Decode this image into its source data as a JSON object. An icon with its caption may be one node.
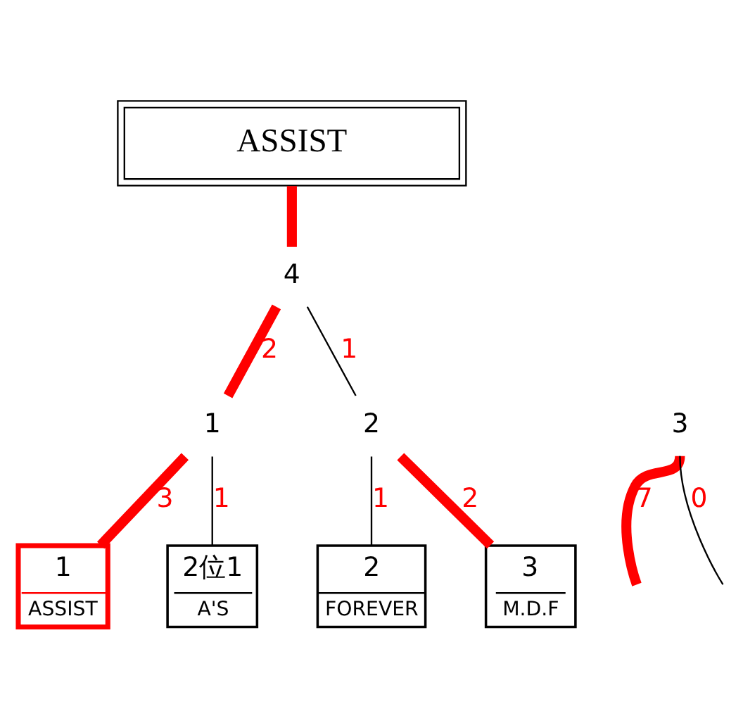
{
  "diagram": {
    "nodes": [
      {
        "text": [
          "ASSIST"
        ]
      },
      {
        "text": [
          "4"
        ]
      },
      {
        "text": [
          "3"
        ]
      },
      {
        "text": [
          "1"
        ]
      },
      {
        "text": [
          "2"
        ]
      },
      {
        "text": [
          "1",
          "ASSIST"
        ]
      },
      {
        "text": [
          "2位1",
          "A'S"
        ]
      },
      {
        "text": [
          "2",
          "FOREVER"
        ]
      },
      {
        "text": [
          "3",
          "M.D.F"
        ]
      }
    ],
    "edges": [
      {
        "from": 1,
        "to": 0,
        "arrow": "none"
      },
      {
        "from": 3,
        "to": 1,
        "arrow": "none",
        "label": "2"
      },
      {
        "from": 4,
        "to": 1,
        "arrow": "none",
        "label": "1",
        "color": "#000000"
      },
      {
        "from": null,
        "to": 2,
        "arrow": "none",
        "label": "7"
      },
      {
        "from": null,
        "to": 2,
        "arrow": "none",
        "label": "0",
        "color": "#000000"
      },
      {
        "from": 5,
        "to": 3,
        "arrow": "none",
        "label": "3"
      },
      {
        "from": 6,
        "to": 3,
        "arrow": "none",
        "label": "1",
        "color": "#000000"
      },
      {
        "from": 7,
        "to": 4,
        "arrow": "none",
        "label": "1",
        "color": "#000000"
      },
      {
        "from": 8,
        "to": 4,
        "arrow": "none",
        "label": "2"
      }
    ]
  }
}
